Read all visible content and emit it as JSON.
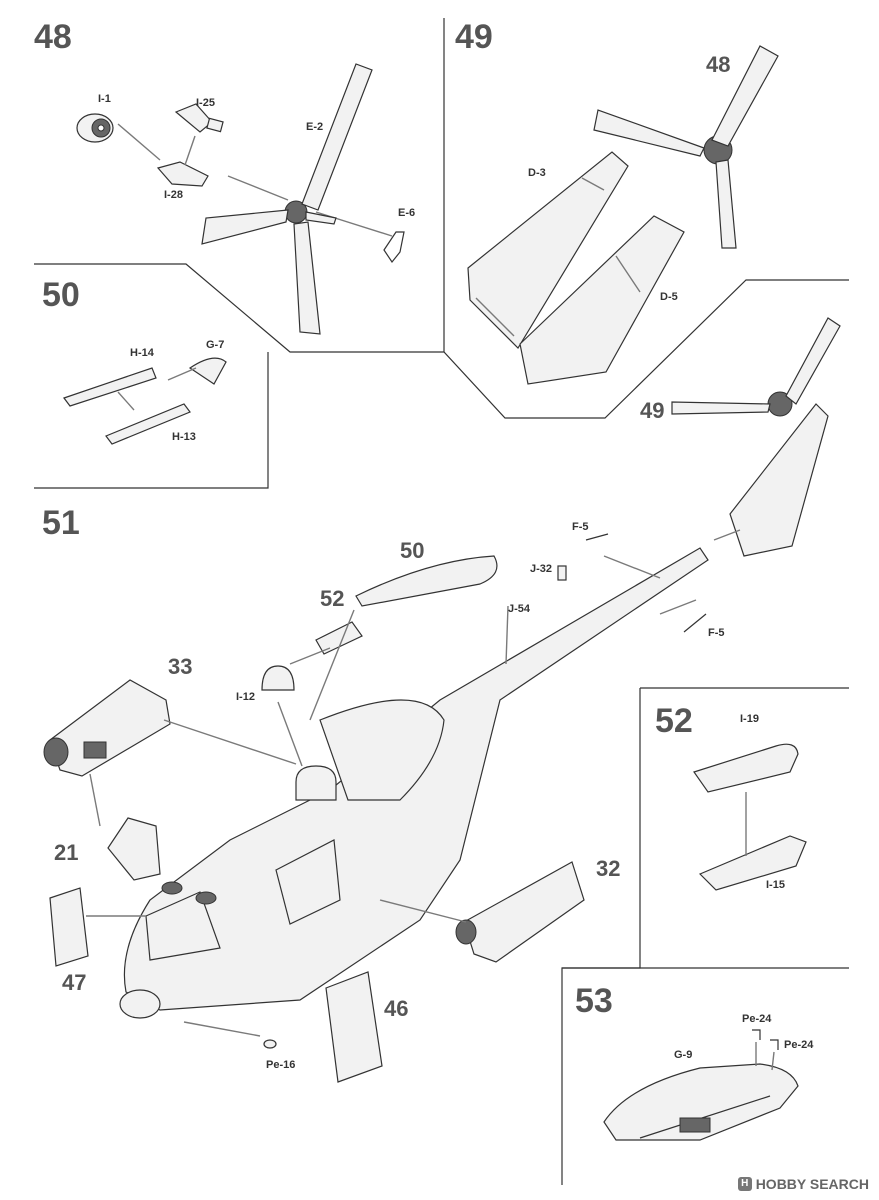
{
  "steps": {
    "s48": "48",
    "s49": "49",
    "s50": "50",
    "s51": "51",
    "s52": "52",
    "s53": "53"
  },
  "parts": {
    "i1": "I-1",
    "i25": "I-25",
    "i28": "I-28",
    "e2": "E-2",
    "e6": "E-6",
    "d3": "D-3",
    "d5": "D-5",
    "h14": "H-14",
    "g7": "G-7",
    "h13": "H-13",
    "f5a": "F-5",
    "f5b": "F-5",
    "j32": "J-32",
    "j54": "J-54",
    "i12": "I-12",
    "pe16": "Pe-16",
    "i19": "I-19",
    "i15": "I-15",
    "g9": "G-9",
    "pe24a": "Pe-24",
    "pe24b": "Pe-24"
  },
  "callouts": {
    "c48": "48",
    "c49": "49",
    "c50": "50",
    "c52": "52",
    "c33": "33",
    "c21": "21",
    "c32": "32",
    "c47": "47",
    "c46": "46"
  },
  "watermark": {
    "logo": "H",
    "text": "HOBBY SEARCH"
  }
}
